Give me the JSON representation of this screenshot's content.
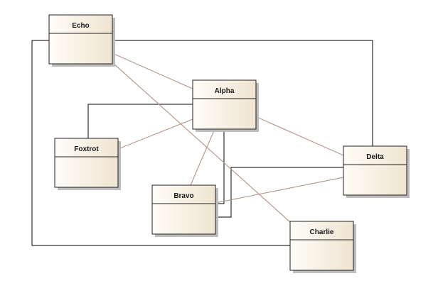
{
  "diagram": {
    "type": "uml-class-diagram",
    "colors": {
      "background": "#ffffff",
      "box_fill_light": "#fffdf8",
      "box_fill_dark": "#efe4d0",
      "box_border": "#202020",
      "shadow": "#bdbdbd",
      "connector_black": "#000000",
      "connector_brown": "#b89a8e"
    },
    "classes": [
      {
        "id": "echo",
        "name": "Echo"
      },
      {
        "id": "alpha",
        "name": "Alpha"
      },
      {
        "id": "foxtrot",
        "name": "Foxtrot"
      },
      {
        "id": "delta",
        "name": "Delta"
      },
      {
        "id": "bravo",
        "name": "Bravo"
      },
      {
        "id": "charlie",
        "name": "Charlie"
      }
    ],
    "connectors": [
      {
        "from": "echo",
        "to": "charlie",
        "style": "black-orthogonal"
      },
      {
        "from": "echo",
        "to": "delta",
        "style": "black-orthogonal"
      },
      {
        "from": "alpha",
        "to": "foxtrot",
        "style": "black-orthogonal"
      },
      {
        "from": "alpha",
        "to": "bravo",
        "style": "black-orthogonal"
      },
      {
        "from": "delta",
        "to": "bravo",
        "style": "black-orthogonal"
      },
      {
        "from": "echo",
        "to": "delta",
        "style": "brown-straight"
      },
      {
        "from": "echo",
        "to": "charlie",
        "style": "brown-straight"
      },
      {
        "from": "alpha",
        "to": "foxtrot",
        "style": "brown-straight"
      },
      {
        "from": "alpha",
        "to": "bravo",
        "style": "brown-straight"
      },
      {
        "from": "delta",
        "to": "bravo",
        "style": "brown-straight"
      }
    ]
  }
}
